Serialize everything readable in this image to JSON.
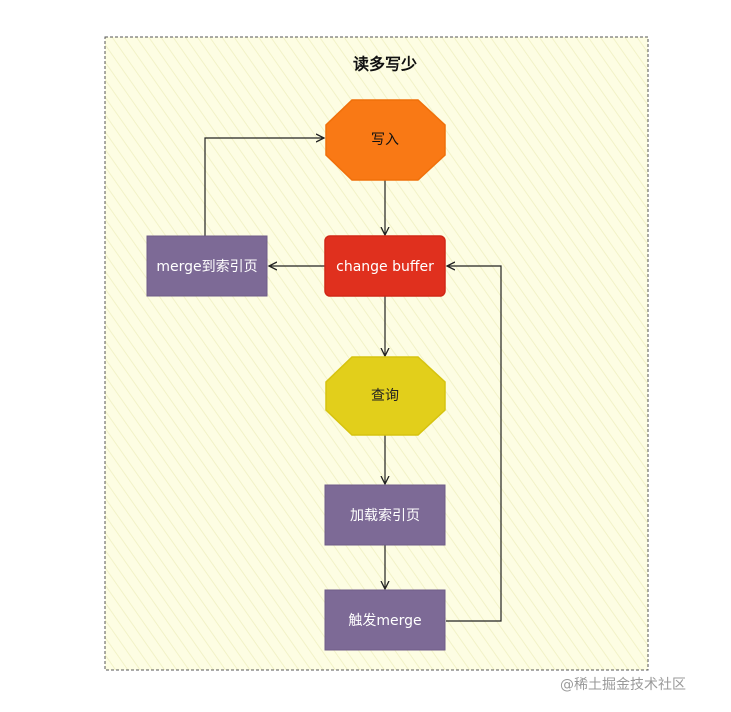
{
  "diagram": {
    "title": "读多写少",
    "nodes": {
      "write": "写入",
      "change_buffer": "change buffer",
      "merge_to_index": "merge到索引页",
      "query": "查询",
      "load_index": "加载索引页",
      "trigger_merge": "触发merge"
    }
  },
  "watermark": "@稀土掘金技术社区",
  "colors": {
    "frame_fill": "#fdfde3",
    "frame_border": "#555555",
    "write": "#f97915",
    "change_buffer": "#e0301e",
    "purple_box": "#7d6a96",
    "query": "#e2cf1b",
    "arrow": "#222222"
  }
}
